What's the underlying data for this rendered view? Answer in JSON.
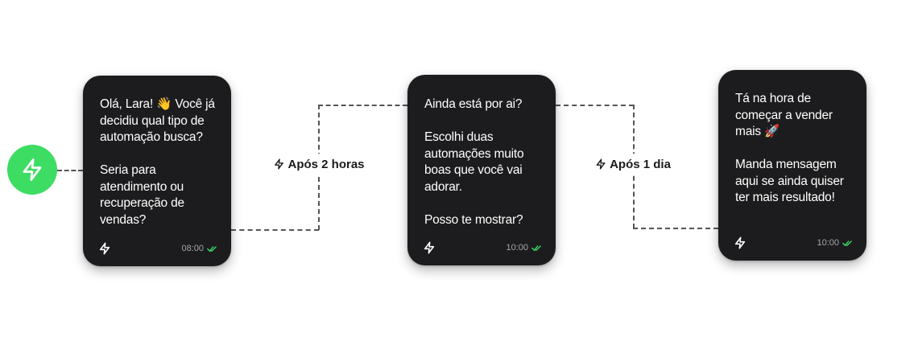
{
  "trigger": {
    "icon": "lightning-bolt-icon",
    "color": "#3ddc63"
  },
  "steps": [
    {
      "paragraphs": [
        "Olá, Lara! 👋 Você já decidiu qual tipo de automação busca?",
        "Seria para atendimento ou recuperação de vendas?"
      ],
      "time": "08:00",
      "status": "read"
    },
    {
      "paragraphs": [
        "Ainda está por ai?",
        "Escolhi duas automações muito boas que você vai adorar.",
        "Posso te mostrar?"
      ],
      "time": "10:00",
      "status": "read"
    },
    {
      "paragraphs": [
        "Tá na hora de começar a vender mais 🚀",
        "Manda mensagem aqui se ainda quiser ter mais resultado!"
      ],
      "time": "10:00",
      "status": "read"
    }
  ],
  "delays": [
    {
      "label": "Após 2 horas"
    },
    {
      "label": "Após 1 dia"
    }
  ],
  "colors": {
    "card_bg": "#1c1c1e",
    "check": "#3ddc63",
    "connector": "#555555"
  }
}
